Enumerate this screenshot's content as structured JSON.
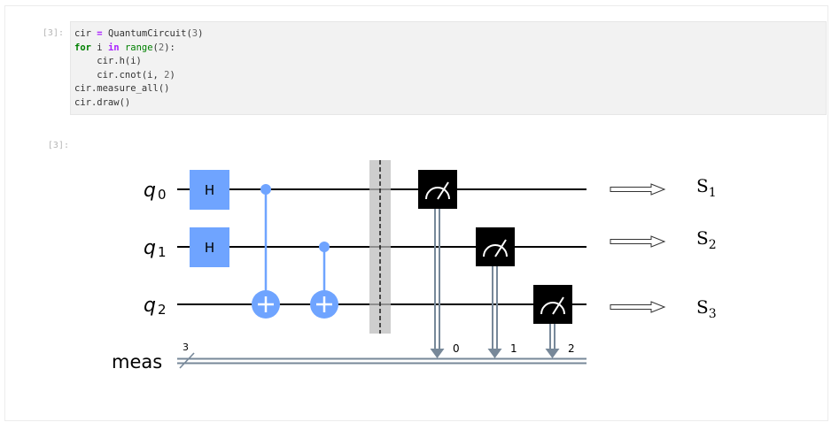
{
  "notebook": {
    "input_prompt": "[3]:",
    "output_prompt": "[3]:",
    "code": {
      "l1": {
        "var": "cir",
        "op": "=",
        "call": "QuantumCircuit(",
        "arg": "3",
        "close": ")"
      },
      "l2": {
        "kw_for": "for",
        "var": "i",
        "kw_in": "in",
        "builtin": "range",
        "open": "(",
        "arg": "2",
        "close": "):"
      },
      "l3": {
        "text": "    cir.h(i)"
      },
      "l4": {
        "pre": "    cir.cnot(i, ",
        "arg": "2",
        "close": ")"
      },
      "l5": {
        "text": "cir.measure_all()"
      },
      "l6": {
        "text": "cir.draw()"
      }
    }
  },
  "circuit": {
    "qubits": [
      {
        "letter": "q",
        "index": "0"
      },
      {
        "letter": "q",
        "index": "1"
      },
      {
        "letter": "q",
        "index": "2"
      }
    ],
    "classical_register": "meas",
    "classical_bits": "3",
    "gate_h": "H",
    "measure_targets": [
      "0",
      "1",
      "2"
    ],
    "colors": {
      "gate": "#6fa4ff",
      "measure": "#000000",
      "barrier": "#bdbdbd",
      "wire_classical": "#778899"
    }
  },
  "annotations": [
    {
      "letter": "S",
      "index": "1"
    },
    {
      "letter": "S",
      "index": "2"
    },
    {
      "letter": "S",
      "index": "3"
    }
  ]
}
